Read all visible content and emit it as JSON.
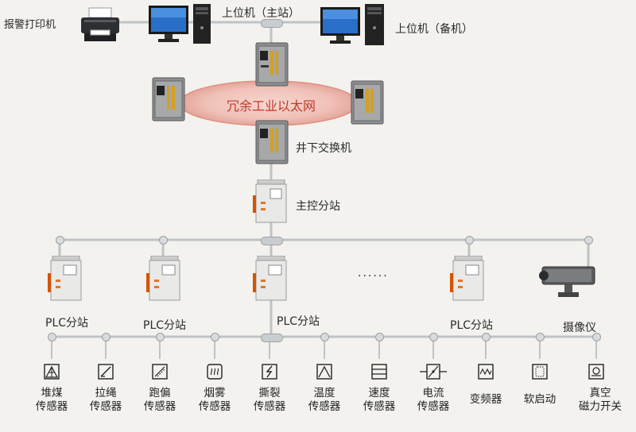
{
  "top": {
    "printer_label": "报警打印机",
    "host_main_label": "上位机（主站）",
    "host_backup_label": "上位机（备机）"
  },
  "network": {
    "ring_label": "冗余工业以太网",
    "switch_label": "井下交换机",
    "main_station_label": "主控分站"
  },
  "stations": {
    "plc_labels": [
      "PLC分站",
      "PLC分站",
      "PLC分站",
      "PLC分站"
    ],
    "ellipsis": "......",
    "camera_label": "摄像仪"
  },
  "sensors": [
    {
      "line1": "堆煤",
      "line2": "传感器",
      "icon": "triangle-grid-icon"
    },
    {
      "line1": "拉绳",
      "line2": "传感器",
      "icon": "slash-box-icon"
    },
    {
      "line1": "跑偏",
      "line2": "传感器",
      "icon": "offset-box-icon"
    },
    {
      "line1": "烟雾",
      "line2": "传感器",
      "icon": "smoke-icon"
    },
    {
      "line1": "撕裂",
      "line2": "传感器",
      "icon": "lightning-icon"
    },
    {
      "line1": "温度",
      "line2": "传感器",
      "icon": "triangle-icon"
    },
    {
      "line1": "速度",
      "line2": "传感器",
      "icon": "bars-box-icon"
    },
    {
      "line1": "电流",
      "line2": "传感器",
      "icon": "current-icon"
    },
    {
      "line1": "变频器",
      "line2": "",
      "icon": "wave-icon"
    },
    {
      "line1": "软启动",
      "line2": "",
      "icon": "dotted-box-icon"
    },
    {
      "line1": "真空",
      "line2": "磁力开关",
      "icon": "circle-box-icon"
    }
  ]
}
